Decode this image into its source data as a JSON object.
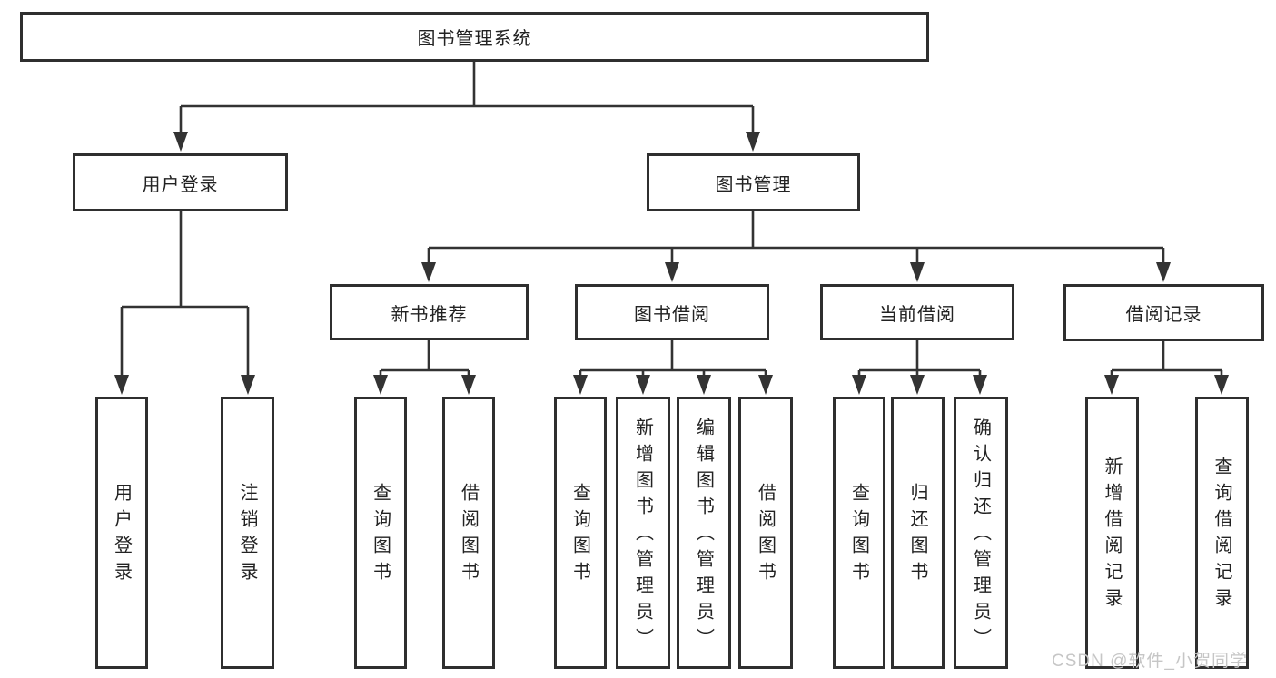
{
  "colors": {
    "line": "#333333",
    "box_border": "#2f2f2f",
    "box_background": "#ffffff",
    "text": "#222222",
    "watermark": "#c6c6c6"
  },
  "watermark": {
    "text": "CSDN @软件_小贺同学"
  },
  "tree": {
    "label": "图书管理系统",
    "children": [
      {
        "label": "用户登录",
        "children": [
          {
            "label": "用户登录"
          },
          {
            "label": "注销登录"
          }
        ]
      },
      {
        "label": "图书管理",
        "children": [
          {
            "label": "新书推荐",
            "children": [
              {
                "label": "查询图书"
              },
              {
                "label": "借阅图书"
              }
            ]
          },
          {
            "label": "图书借阅",
            "children": [
              {
                "label": "查询图书"
              },
              {
                "label": "新增图书（管理员）"
              },
              {
                "label": "编辑图书（管理员）"
              },
              {
                "label": "借阅图书"
              }
            ]
          },
          {
            "label": "当前借阅",
            "children": [
              {
                "label": "查询图书"
              },
              {
                "label": "归还图书"
              },
              {
                "label": "确认归还（管理员）"
              }
            ]
          },
          {
            "label": "借阅记录",
            "children": [
              {
                "label": "新增借阅记录"
              },
              {
                "label": "查询借阅记录"
              }
            ]
          }
        ]
      }
    ]
  }
}
